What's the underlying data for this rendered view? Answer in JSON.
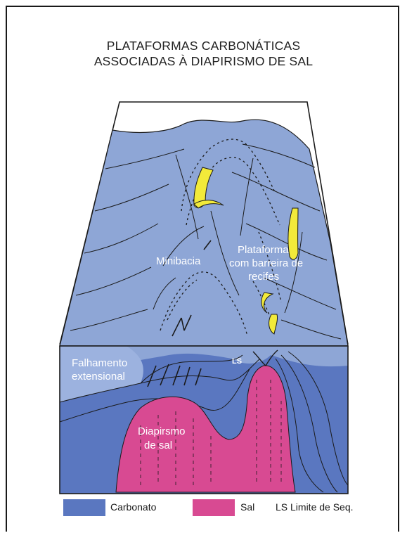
{
  "title": {
    "line1": "PLATAFORMAS CARBONÁTICAS",
    "line2": "ASSOCIADAS À DIAPIRISMO DE SAL"
  },
  "labels": {
    "minibacia": "Minibacia",
    "plataforma_l1": "Plataforma",
    "plataforma_l2": "com barreira de",
    "plataforma_l3": "recifes",
    "falhamento_l1": "Falhamento",
    "falhamento_l2": "extensional",
    "ls": "LS",
    "diapirismo_l1": "Diapirsmo",
    "diapirismo_l2": "de sal"
  },
  "legend": {
    "carbonato": "Carbonato",
    "sal": "Sal",
    "ls_text": "LS Limite de Seq."
  },
  "colors": {
    "carbonate_light": "#8ea6d6",
    "carbonate_dark": "#5a77c0",
    "salt": "#d84a92",
    "reef": "#f2ea3a",
    "outline": "#1a1a1a"
  }
}
